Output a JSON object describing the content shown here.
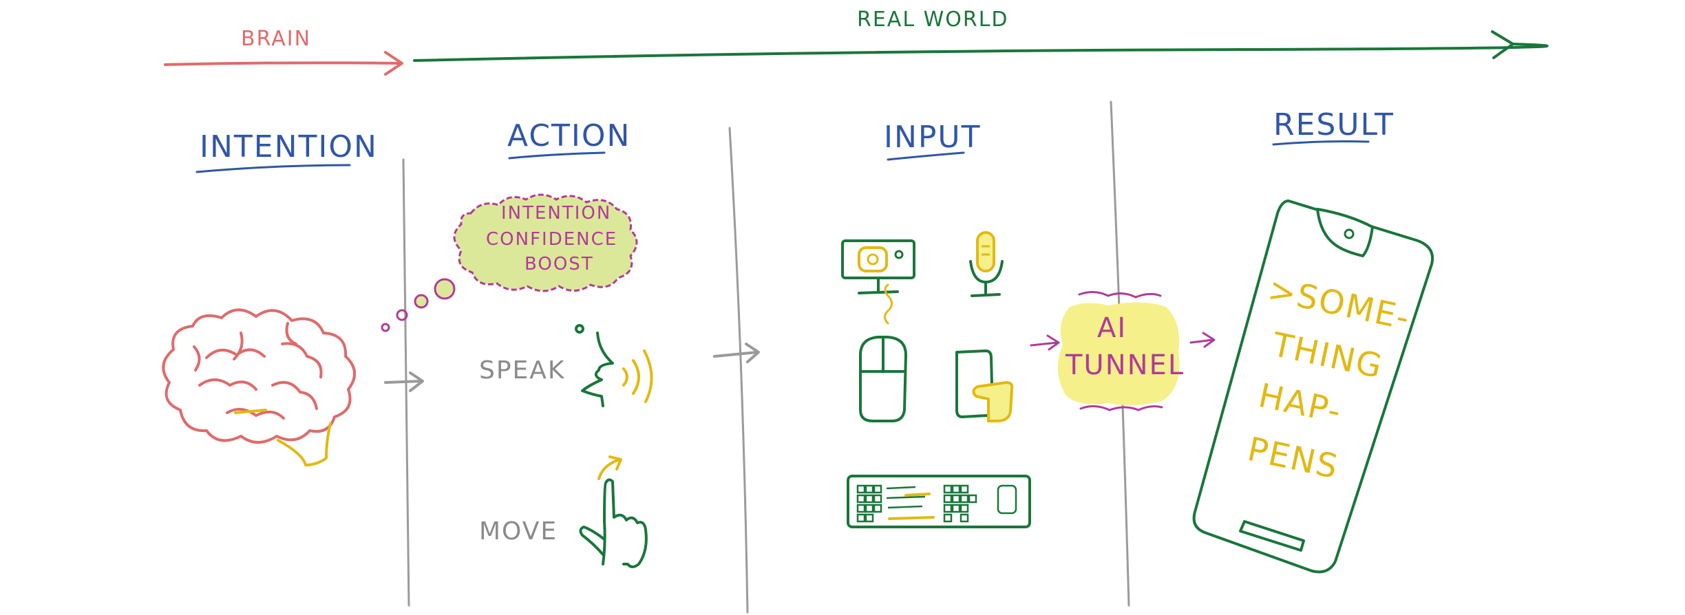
{
  "timeline": {
    "brain_label": "BRAIN",
    "world_label": "REAL WORLD"
  },
  "columns": {
    "intention": "INTENTION",
    "action": "ACTION",
    "input": "INPUT",
    "result": "RESULT"
  },
  "thought_bubble": {
    "line1": "INTENTION",
    "line2": "CONFIDENCE",
    "line3": "BOOST"
  },
  "actions": {
    "speak": "SPEAK",
    "move": "MOVE"
  },
  "tunnel": {
    "line1": "AI",
    "line2": "TUNNEL"
  },
  "phone": {
    "line1": ">SOME-",
    "line2": "THING",
    "line3": "HAP-",
    "line4": "PENS"
  },
  "colors": {
    "brain": "#e06a6a",
    "world": "#19763a",
    "title": "#2f56a8",
    "divider": "#9a9a9a",
    "accent_yellow": "#e2b912",
    "magenta": "#b23a9a",
    "bubble_fill": "#dbe89a",
    "tunnel_fill": "#f5f08a"
  },
  "icons": [
    "brain-icon",
    "face-speaking-icon",
    "hand-pointing-icon",
    "webcam-icon",
    "microphone-icon",
    "mouse-icon",
    "touchscreen-icon",
    "keyboard-icon",
    "smartphone-icon"
  ]
}
